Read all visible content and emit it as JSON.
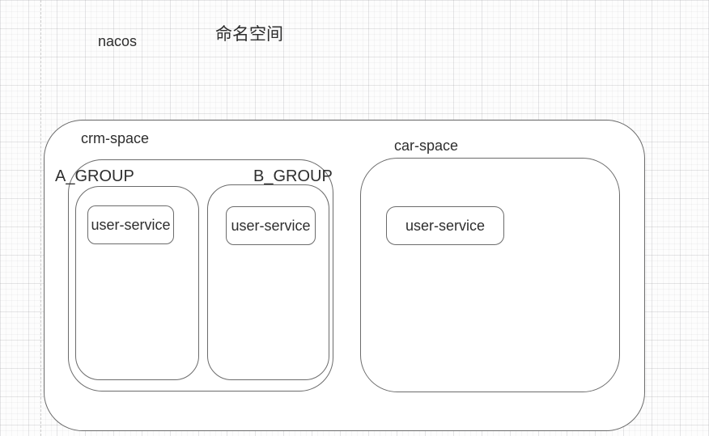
{
  "canvas": {
    "nacos_label": "nacos",
    "namespace_label": "命名空间"
  },
  "diagram": {
    "crm_space": {
      "label": "crm-space",
      "group_a": {
        "label": "A_GROUP",
        "service_label": "user-service"
      },
      "group_b": {
        "label": "B_GROUP",
        "service_label": "user-service"
      }
    },
    "car_space": {
      "label": "car-space",
      "service_label": "user-service"
    }
  },
  "colors": {
    "background": "#fdfdfd",
    "shape_fill": "#ffffff",
    "shape_border": "#6b6b6b",
    "text": "#2e2e2e",
    "grid_minor": "#f4f4f5",
    "grid_major": "#e7e7e9",
    "page_guide": "#cfcfcf"
  }
}
